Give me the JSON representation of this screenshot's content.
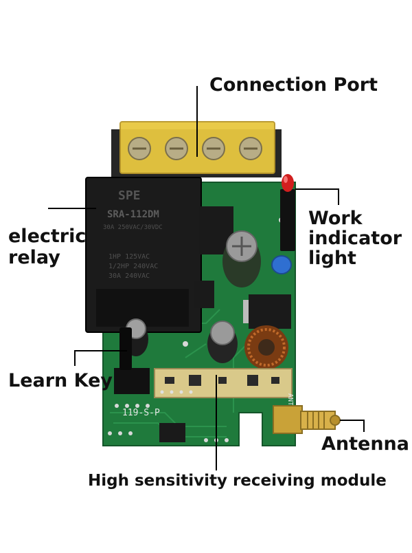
{
  "callouts": {
    "connection_port": "Connection Port",
    "electric_relay": "electric\nrelay",
    "work_indicator": "Work\nindicator\nlight",
    "learn_key": "Learn Key",
    "antenna": "Antenna",
    "receiving_module": "High sensitivity receiving module"
  },
  "board_markings": {
    "relay_brand": "SPE",
    "relay_model": "SRA-112DM",
    "relay_spec_1": "30A 250VAC/30VDC",
    "relay_spec_2": "1HP 125VAC",
    "relay_spec_3": "1/2HP 240VAC",
    "relay_spec_4": "30A 240VAC",
    "pcb_code": "119-S-P",
    "ant_label": "ANT"
  },
  "colors": {
    "pcb_green": "#1f7a3c",
    "terminal_yellow": "#e8c840",
    "relay_black": "#1b1b1b",
    "led_red": "#d11f1f",
    "antenna_gold": "#c9a238"
  }
}
